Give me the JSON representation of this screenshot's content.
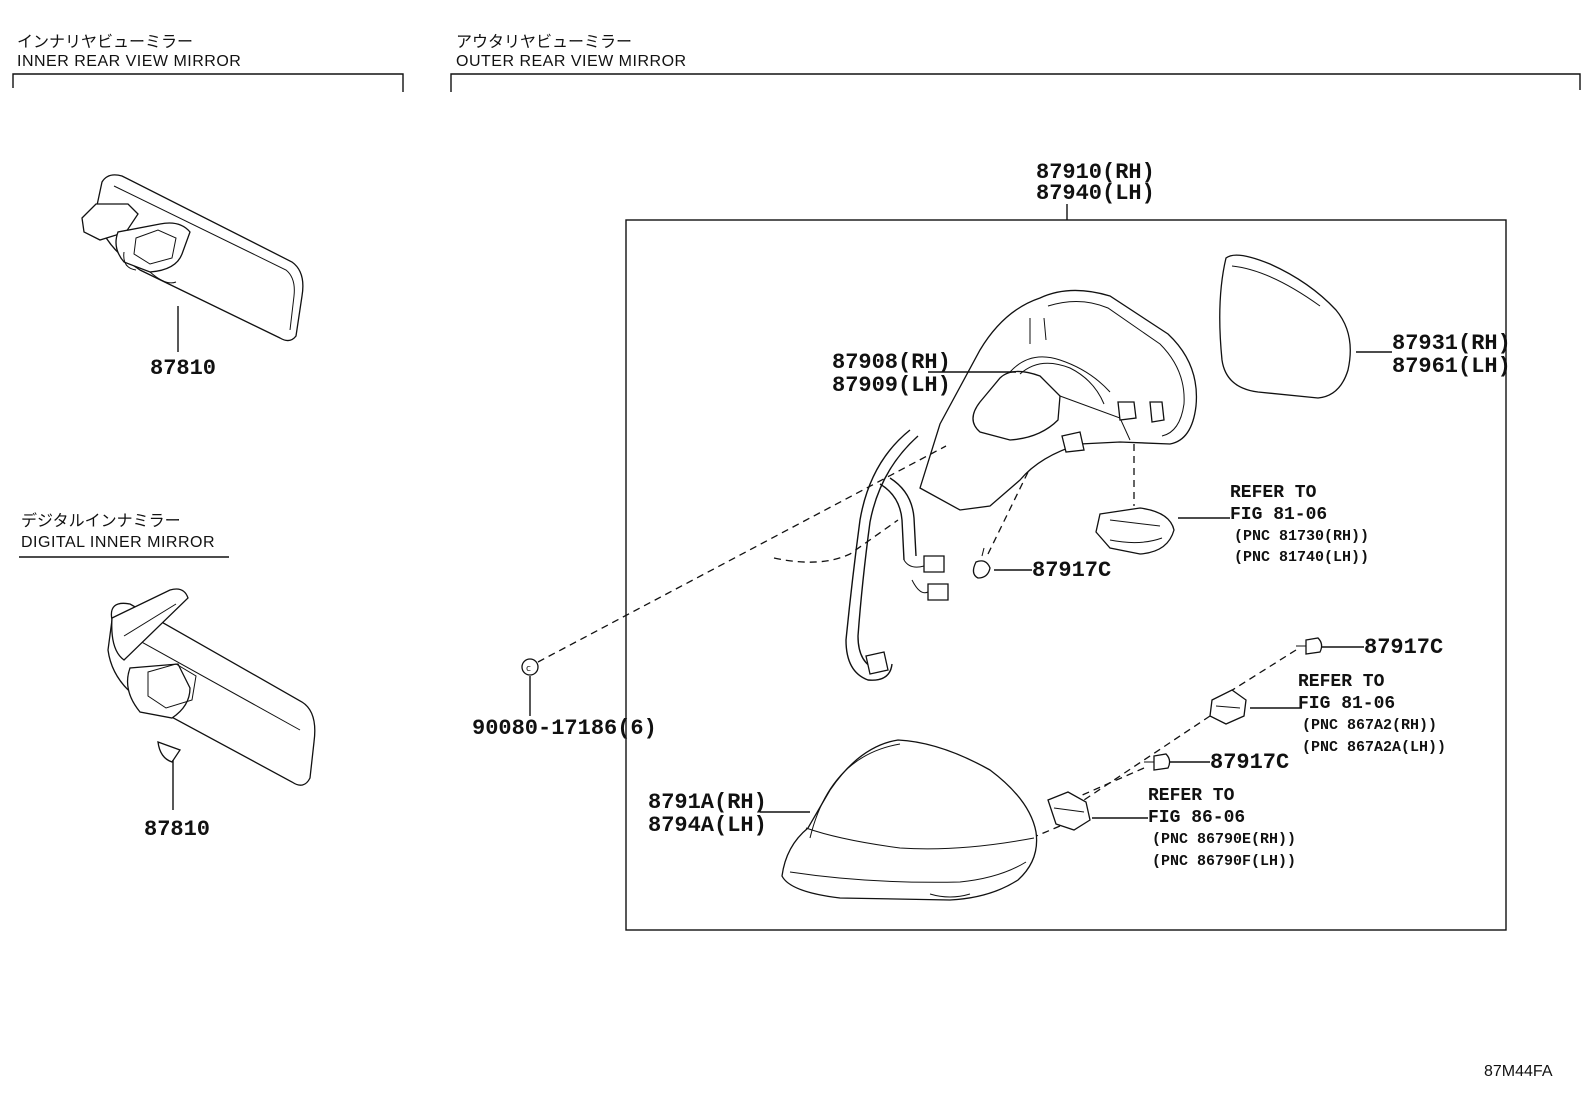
{
  "sections": {
    "inner": {
      "title_jp": "インナリヤビューミラー",
      "title_en": "INNER REAR VIEW MIRROR"
    },
    "outer": {
      "title_jp": "アウタリヤビューミラー",
      "title_en": "OUTER REAR VIEW MIRROR"
    },
    "digital": {
      "title_jp": "デジタルインナミラー",
      "title_en": "DIGITAL INNER MIRROR"
    }
  },
  "parts": {
    "inner_mirror": "87810",
    "digital_mirror": "87810",
    "assy_rh": "87910(RH)",
    "assy_lh": "87940(LH)",
    "body_rh": "87908(RH)",
    "body_lh": "87909(LH)",
    "glass_rh": "87931(RH)",
    "glass_lh": "87961(LH)",
    "screw_1": "87917C",
    "screw_2": "87917C",
    "screw_3": "87917C",
    "clip": "90080-17186(6)",
    "cover_rh": "8791A(RH)",
    "cover_lh": "8794A(LH)"
  },
  "refs": [
    {
      "line1": "REFER TO",
      "line2": "FIG 81-06",
      "pnc1": "(PNC 81730(RH))",
      "pnc2": "(PNC 81740(LH))"
    },
    {
      "line1": "REFER TO",
      "line2": "FIG 81-06",
      "pnc1": "(PNC 867A2(RH))",
      "pnc2": "(PNC 867A2A(LH))"
    },
    {
      "line1": "REFER TO",
      "line2": "FIG 86-06",
      "pnc1": "(PNC 86790E(RH))",
      "pnc2": "(PNC 86790F(LH))"
    }
  ],
  "figure_code": "87M44FA"
}
